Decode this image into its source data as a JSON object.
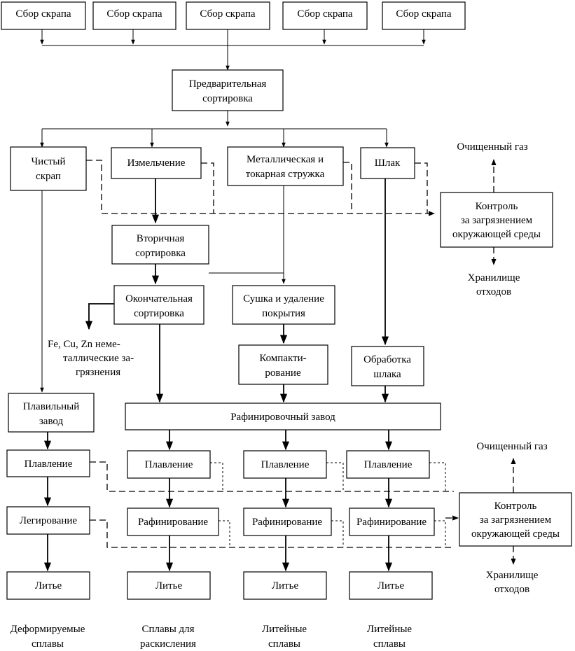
{
  "nodes": {
    "collect": "Сбор скрапа",
    "presort": [
      "Предварительная",
      "сортировка"
    ],
    "clean_scrap": [
      "Чистый",
      "скрап"
    ],
    "grinding": "Измельчение",
    "shavings": [
      "Металлическая и",
      "токарная стружка"
    ],
    "slag": "Шлак",
    "control": [
      "Контроль",
      "за загрязнением",
      "окружающей среды"
    ],
    "secondary_sort": [
      "Вторичная",
      "сортировка"
    ],
    "final_sort": [
      "Окончательная",
      "сортировка"
    ],
    "drying": [
      "Сушка и удаление",
      "покрытия"
    ],
    "contaminants": [
      "Fe, Cu, Zn неме-",
      "таллические за-",
      "грязнения"
    ],
    "compacting": [
      "Компакти-",
      "рование"
    ],
    "slag_processing": [
      "Обработка",
      "шлака"
    ],
    "melt_plant": [
      "Плавильный",
      "завод"
    ],
    "refinery": "Рафинировочный завод",
    "melting": "Плавление",
    "alloying": "Легирование",
    "refining": "Рафинирование",
    "casting": "Литье",
    "clean_gas": "Очищенный газ",
    "waste_storage": [
      "Хранилище",
      "отходов"
    ]
  },
  "outputs": {
    "wrought": [
      "Деформируемые",
      "сплавы"
    ],
    "deox": [
      "Сплавы для",
      "раскисления"
    ],
    "cast1": [
      "Литейные",
      "сплавы"
    ],
    "cast2": [
      "Литейные",
      "сплавы"
    ]
  }
}
